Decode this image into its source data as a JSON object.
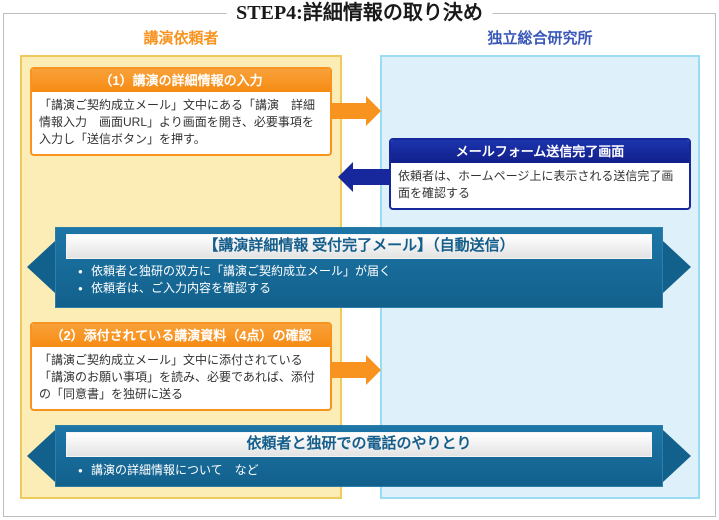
{
  "title": "STEP4:詳細情報の取り決め",
  "columns": {
    "left": {
      "header": "講演依頼者"
    },
    "right": {
      "header": "独立総合研究所"
    }
  },
  "boxes": {
    "step1": {
      "header": "（1）講演の詳細情報の入力",
      "body": "「講演ご契約成立メール」文中にある「講演　詳細情報入力　画面URL」より画面を開き、必要事項を入力し「送信ボタン」を押す。"
    },
    "mailform": {
      "header": "メールフォーム送信完了画面",
      "body": "依頼者は、ホームページ上に表示される送信完了画面を確認する"
    },
    "step2": {
      "header": "（2）添付されている講演資料（4点）の確認",
      "body": "「講演ご契約成立メール」文中に添付されている「講演のお願い事項」を読み、必要であれば、添付の「同意書」を独研に送る"
    }
  },
  "banners": {
    "auto_mail": {
      "title": "【講演詳細情報 受付完了メール】（自動送信）",
      "bullets": [
        "依頼者と独研の双方に「講演ご契約成立メール」が届く",
        "依頼者は、ご入力内容を確認する"
      ]
    },
    "phone": {
      "title": "依頼者と独研での電話のやりとり",
      "bullets": [
        "講演の詳細情報について　など"
      ]
    }
  },
  "colors": {
    "orange": "#f7931e",
    "navy": "#16289c",
    "banner_teal": "#12608c",
    "yellow_panel_bg": "#fbedb5",
    "yellow_panel_border": "#eec95e",
    "blue_panel_bg": "#def1fa",
    "blue_panel_border": "#9adcf2",
    "left_header_text": "#f7931e",
    "right_header_text": "#3a58b8",
    "banner_title_text": "#155e8c"
  }
}
